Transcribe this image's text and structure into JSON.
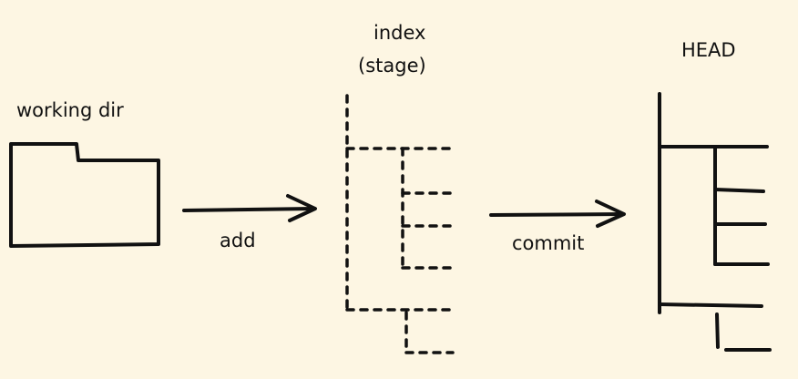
{
  "diagram": {
    "working_dir_label": "working dir",
    "index_label_line1": "index",
    "index_label_line2": "(stage)",
    "head_label": "HEAD",
    "add_label": "add",
    "commit_label": "commit"
  },
  "colors": {
    "background": "#fdf6e3",
    "ink": "#111111"
  },
  "icons": {
    "working_dir": "folder-icon",
    "index": "dashed-tree-icon",
    "head": "tree-icon"
  }
}
